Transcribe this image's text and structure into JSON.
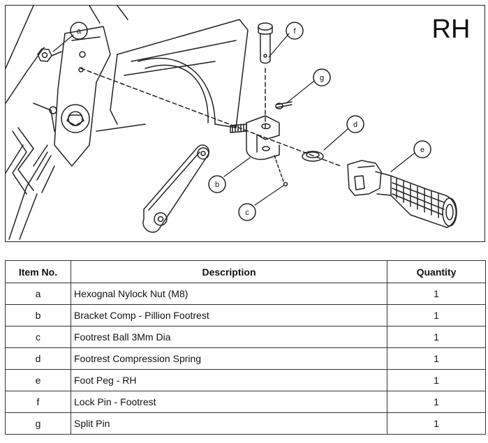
{
  "diagram": {
    "side_label": "RH",
    "callouts": [
      "a",
      "b",
      "c",
      "d",
      "e",
      "f",
      "g"
    ]
  },
  "table": {
    "headers": [
      "Item No.",
      "Description",
      "Quantity"
    ],
    "rows": [
      {
        "item": "a",
        "description": "Hexognal Nylock Nut (M8)",
        "quantity": "1"
      },
      {
        "item": "b",
        "description": "Bracket Comp - Pillion Footrest",
        "quantity": "1"
      },
      {
        "item": "c",
        "description": "Footrest Ball 3Mm Dia",
        "quantity": "1"
      },
      {
        "item": "d",
        "description": "Footrest Compression Spring",
        "quantity": "1"
      },
      {
        "item": "e",
        "description": "Foot Peg - RH",
        "quantity": "1"
      },
      {
        "item": "f",
        "description": "Lock Pin - Footrest",
        "quantity": "1"
      },
      {
        "item": "g",
        "description": "Split Pin",
        "quantity": "1"
      }
    ]
  }
}
